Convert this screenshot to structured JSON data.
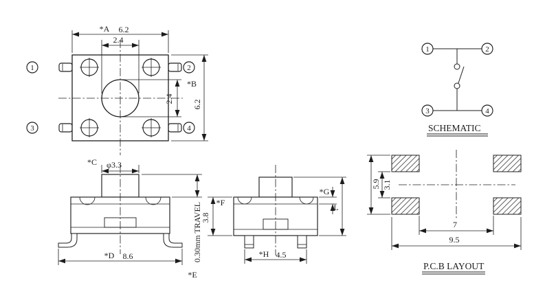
{
  "top_view": {
    "pins": [
      "1",
      "2",
      "3",
      "4"
    ],
    "dim_a_label": "*A",
    "dim_a_value": "6.2",
    "dim_top_inner": "2.4",
    "dim_b_label": "*B",
    "dim_b_value": "6.2",
    "dim_right_inner": "2.4"
  },
  "front_view": {
    "dim_c_label": "*C",
    "dim_c_value": "φ3.3",
    "dim_d_label": "*D",
    "dim_d_value": "8.6",
    "dim_e_label": "*E",
    "dim_e_value": "0.30mm TRAVEL"
  },
  "side_view": {
    "dim_f_label": "*F",
    "dim_f_value": "3.8",
    "dim_g_label": "*G",
    "dim_l_label": "L",
    "dim_h_label": "*H",
    "dim_h_value": "4.5"
  },
  "schematic": {
    "title": "SCHEMATIC",
    "pins": [
      "1",
      "2",
      "3",
      "4"
    ]
  },
  "pcb_layout": {
    "title": "P.C.B LAYOUT",
    "dim_outer_vertical": "5.9",
    "dim_inner_vertical": "3.1",
    "dim_inner_horizontal": "7",
    "dim_outer_horizontal": "9.5"
  },
  "colors": {
    "ink": "#1c1c1c",
    "background": "#ffffff"
  }
}
